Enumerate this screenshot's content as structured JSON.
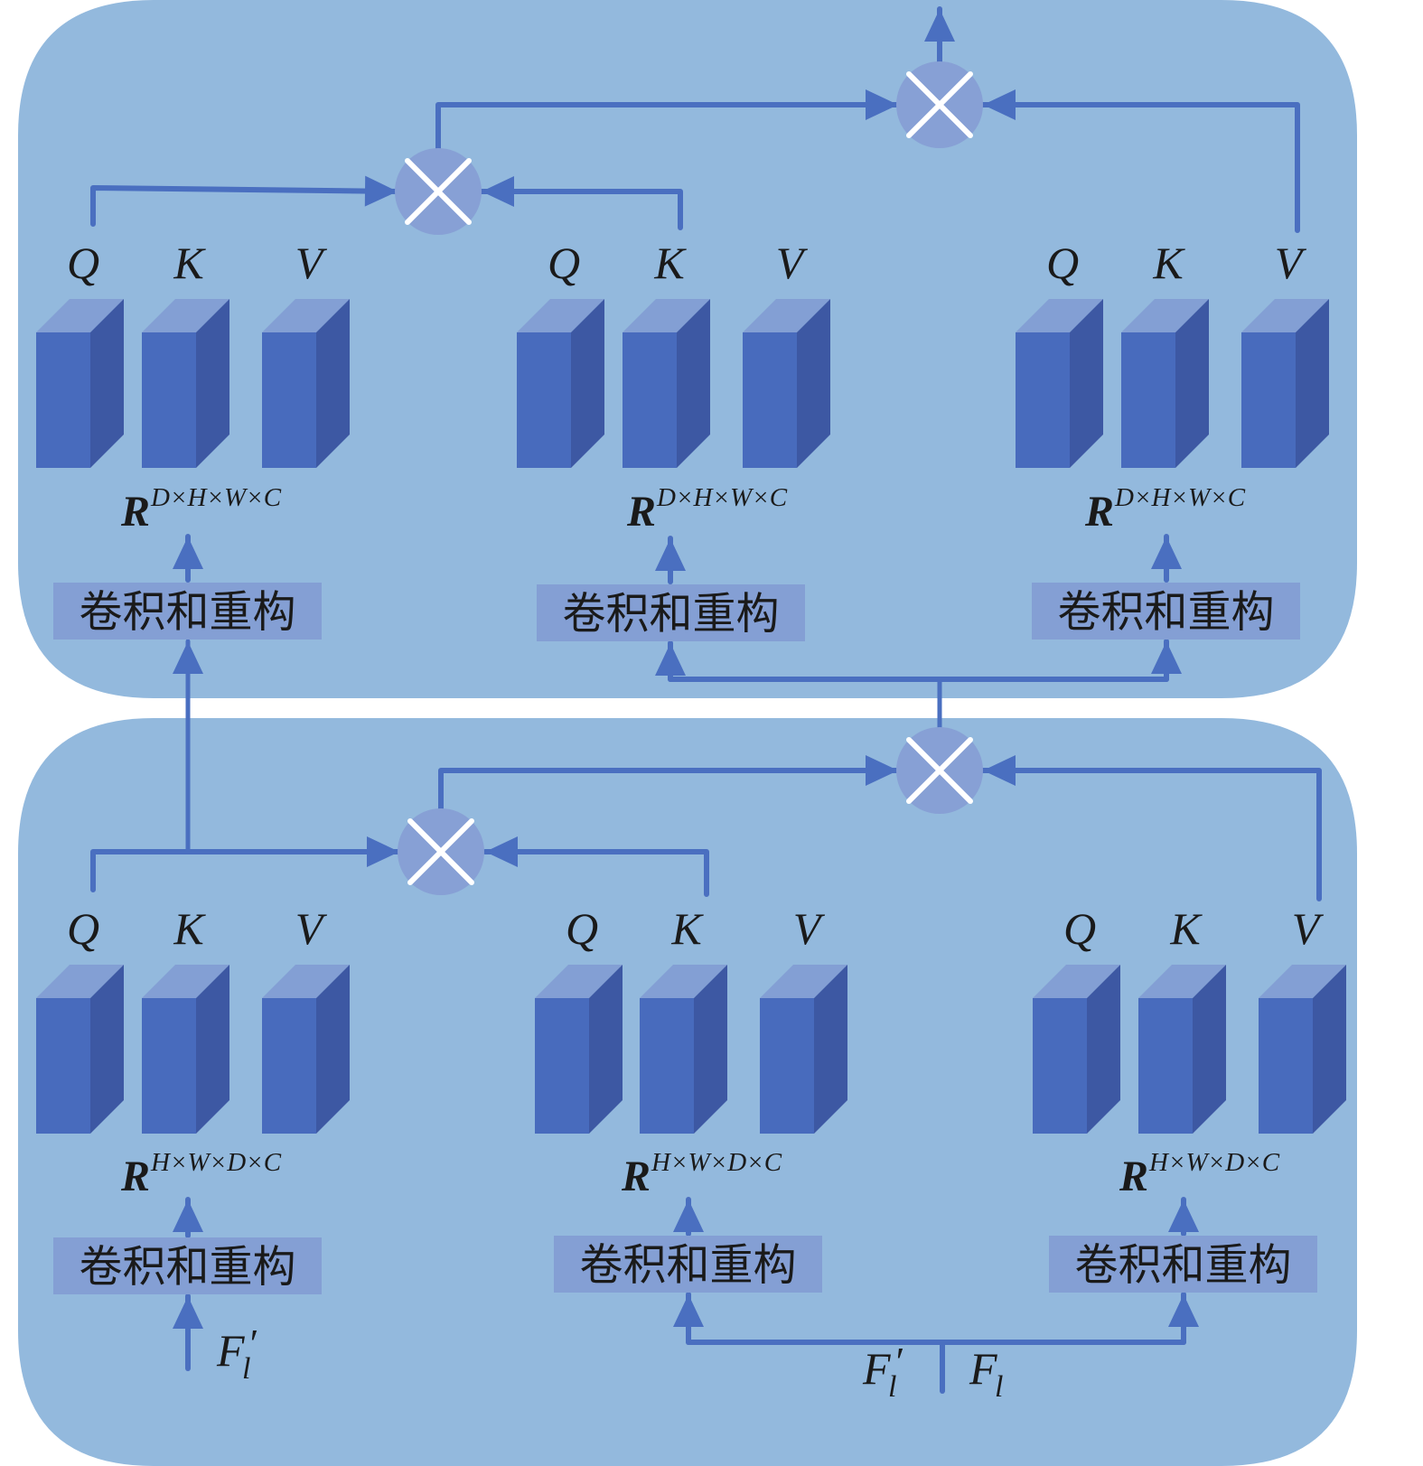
{
  "colors": {
    "panel": "#93b9dd",
    "background": "#ffffff",
    "cube_front": "#486bbd",
    "cube_top": "#839fd4",
    "cube_side": "#3d58a3",
    "arrow": "#4a6fc0",
    "label_box": "#849fd4",
    "multiply_circle": "#87a0d5",
    "multiply_cross": "#ffffff",
    "text": "#1a1a1a"
  },
  "icons": {
    "multiply": "multiply-circle-icon",
    "cuboid": "tensor-cuboid-icon",
    "arrow": "arrow-up-icon"
  },
  "top_panel": {
    "shape_label": {
      "base": "R",
      "superscript": "D×H×W×C"
    },
    "groups": [
      {
        "labels": [
          "Q",
          "K",
          "V"
        ],
        "box_label": "卷积和重构"
      },
      {
        "labels": [
          "Q",
          "K",
          "V"
        ],
        "box_label": "卷积和重构"
      },
      {
        "labels": [
          "Q",
          "K",
          "V"
        ],
        "box_label": "卷积和重构"
      }
    ]
  },
  "bottom_panel": {
    "shape_label": {
      "base": "R",
      "superscript": "H×W×D×C"
    },
    "groups": [
      {
        "labels": [
          "Q",
          "K",
          "V"
        ],
        "box_label": "卷积和重构"
      },
      {
        "labels": [
          "Q",
          "K",
          "V"
        ],
        "box_label": "卷积和重构"
      },
      {
        "labels": [
          "Q",
          "K",
          "V"
        ],
        "box_label": "卷积和重构"
      }
    ],
    "inputs": {
      "left": {
        "base": "F",
        "sub": "l",
        "prime": "′"
      },
      "center_left": {
        "base": "F",
        "sub": "l",
        "prime": "′"
      },
      "center_right": {
        "base": "F",
        "sub": "l",
        "prime": ""
      }
    }
  }
}
